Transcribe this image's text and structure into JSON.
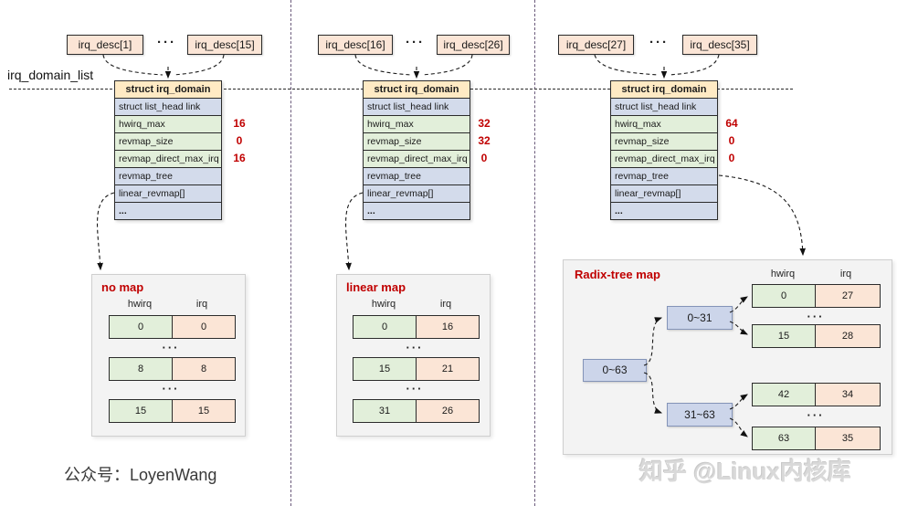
{
  "labels": {
    "irq_domain_list": "irq_domain_list",
    "hdots": "···",
    "footer": "公众号：LoyenWang",
    "watermark": "知乎 @Linux内核库"
  },
  "struct_fields": [
    "struct list_head link",
    "hwirq_max",
    "revmap_size",
    "revmap_direct_max_irq",
    "revmap_tree",
    "linear_revmap[]",
    "..."
  ],
  "columns": [
    {
      "desc_left": "irq_desc[1]",
      "desc_right": "irq_desc[15]",
      "struct_title": "struct irq_domain",
      "hwirq_max": "16",
      "revmap_size": "0",
      "revmap_direct_max_irq": "16"
    },
    {
      "desc_left": "irq_desc[16]",
      "desc_right": "irq_desc[26]",
      "struct_title": "struct irq_domain",
      "hwirq_max": "32",
      "revmap_size": "32",
      "revmap_direct_max_irq": "0"
    },
    {
      "desc_left": "irq_desc[27]",
      "desc_right": "irq_desc[35]",
      "struct_title": "struct irq_domain",
      "hwirq_max": "64",
      "revmap_size": "0",
      "revmap_direct_max_irq": "0"
    }
  ],
  "maps": {
    "no_map": {
      "title": "no map",
      "col_hwirq": "hwirq",
      "col_irq": "irq",
      "rows": [
        [
          "0",
          "0"
        ],
        [
          "8",
          "8"
        ],
        [
          "15",
          "15"
        ]
      ]
    },
    "linear_map": {
      "title": "linear map",
      "col_hwirq": "hwirq",
      "col_irq": "irq",
      "rows": [
        [
          "0",
          "16"
        ],
        [
          "15",
          "21"
        ],
        [
          "31",
          "26"
        ]
      ]
    },
    "radix_map": {
      "title": "Radix-tree map",
      "col_hwirq": "hwirq",
      "col_irq": "irq",
      "root": "0~63",
      "node_low": "0~31",
      "node_high": "31~63",
      "rows_low": [
        [
          "0",
          "27"
        ],
        [
          "15",
          "28"
        ]
      ],
      "rows_high": [
        [
          "42",
          "34"
        ],
        [
          "63",
          "35"
        ]
      ]
    }
  },
  "colors": {
    "value_text": "#c00000",
    "map_title": "#c00000",
    "green_cell": "#e2efda",
    "peach_cell": "#fbe5d6",
    "lavender_cell": "#d3dbeb",
    "header_cell": "#ffeac4",
    "node_fill": "#ccd5ea",
    "panel_bg": "#f3f3f3",
    "separator": "#6b5b7b",
    "arrow": "#1a1a1a"
  }
}
